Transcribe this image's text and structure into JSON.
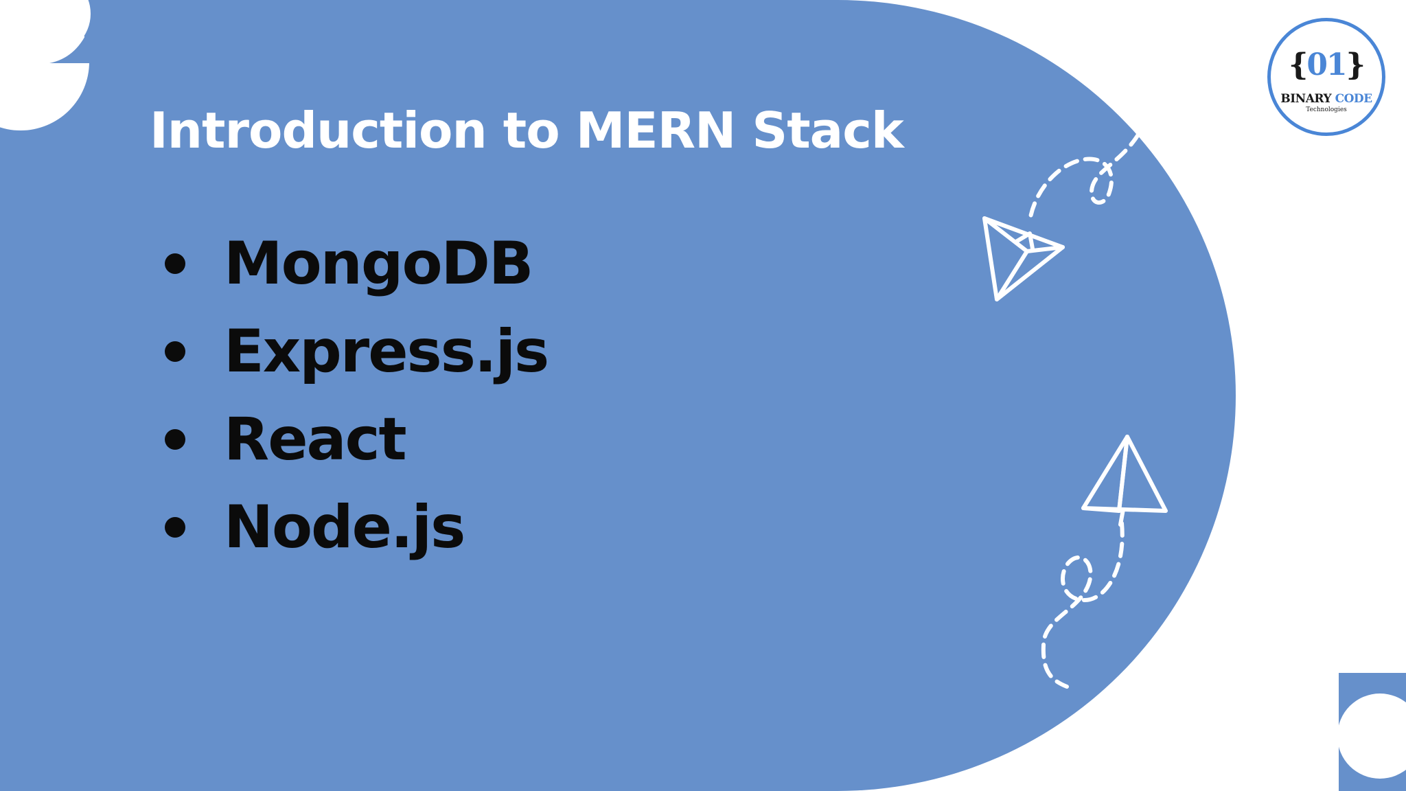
{
  "slide": {
    "title": "Introduction to MERN Stack",
    "bullets": [
      "MongoDB",
      "Express.js",
      "React",
      "Node.js"
    ]
  },
  "logo": {
    "mark_left": "{",
    "mark_number": "01",
    "mark_right": "}",
    "name_part1": "BINARY",
    "name_part2": "CODE",
    "subtitle": "Technologies"
  },
  "colors": {
    "panel": "#6690cb",
    "background": "#ffffff",
    "title_text": "#ffffff",
    "bullet_text": "#0b0b0b",
    "logo_accent": "#4a86d6"
  },
  "decorations": [
    "paper-plane-icon",
    "paper-plane-icon",
    "dashed-loop-trail",
    "dashed-loop-trail"
  ]
}
